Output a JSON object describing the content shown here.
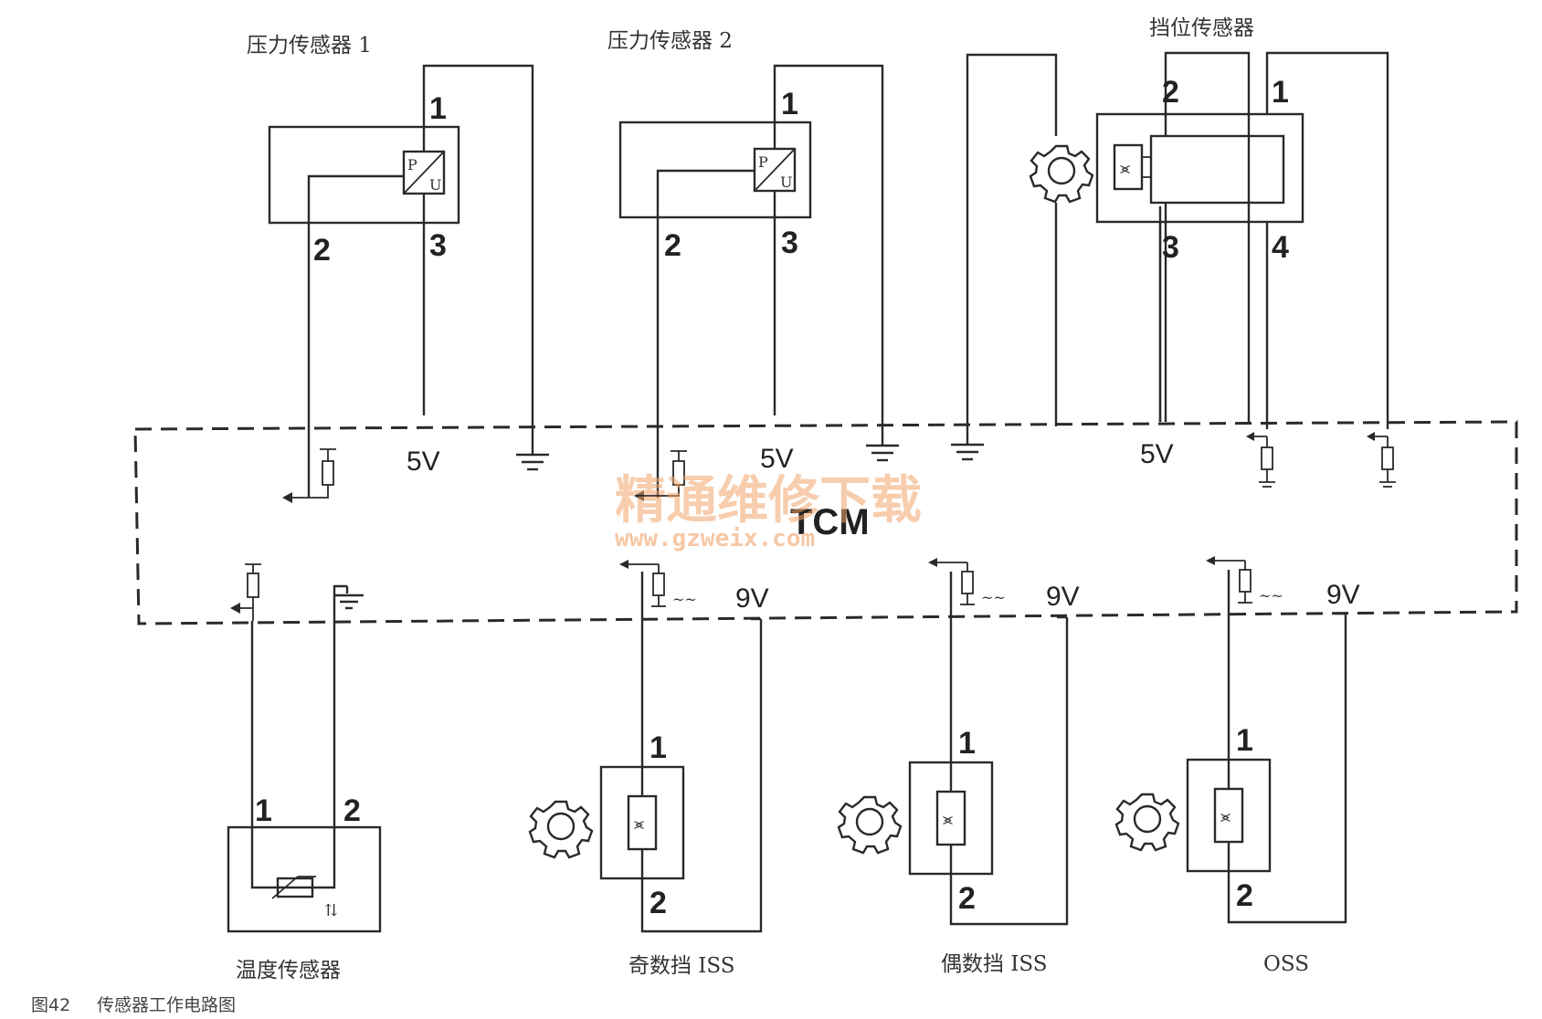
{
  "components": {
    "pressure_sensor_1": "压力传感器 1",
    "pressure_sensor_2": "压力传感器 2",
    "gear_position_sensor": "挡位传感器",
    "temperature_sensor": "温度传感器",
    "odd_gear_iss": "奇数挡 ISS",
    "even_gear_iss": "偶数挡 ISS",
    "oss": "OSS"
  },
  "controller": {
    "label": "TCM"
  },
  "voltages": {
    "v5": "5V",
    "v9": "9V"
  },
  "pins": {
    "p1": "1",
    "p2": "2",
    "p3": "3",
    "p4": "4"
  },
  "sensor_symbol": {
    "p": "P",
    "u": "U"
  },
  "caption": {
    "figure_no": "图42",
    "title": "传感器工作电路图"
  },
  "watermark": {
    "line1": "精通维修下载",
    "line2": "www.gzweix.com",
    "color": "#f0a46a"
  }
}
